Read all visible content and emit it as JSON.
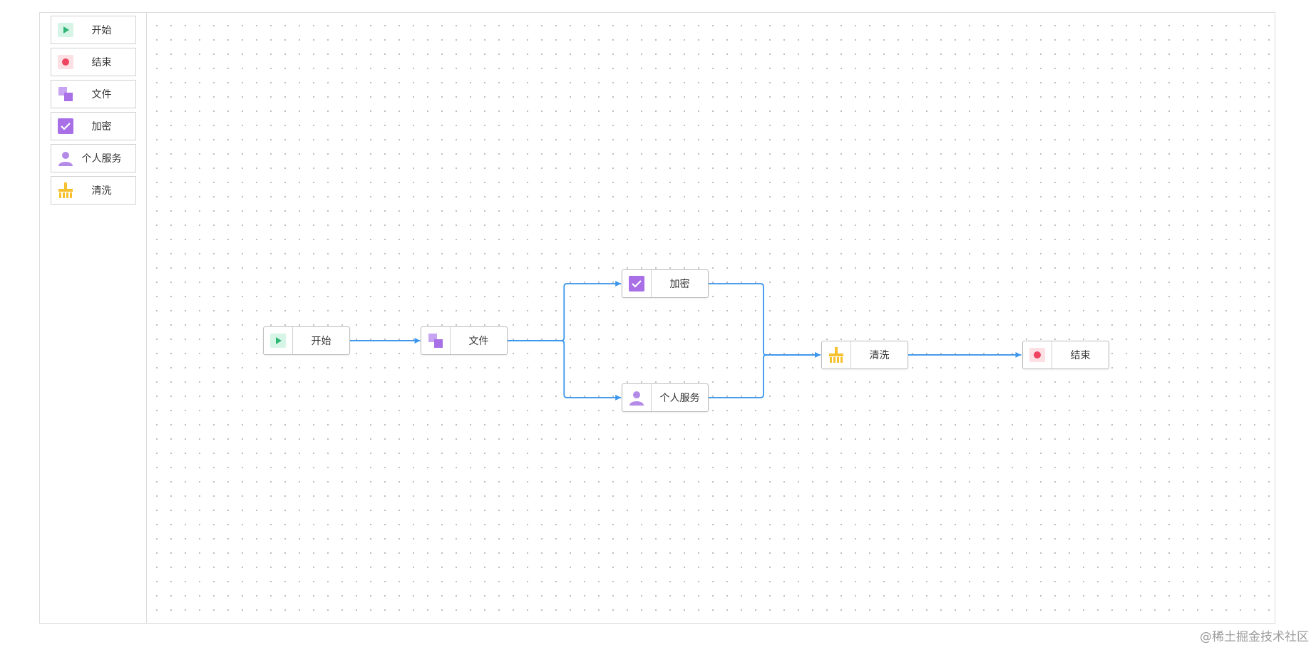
{
  "stencil": {
    "items": [
      {
        "id": "start",
        "label": "开始",
        "icon": "play-icon"
      },
      {
        "id": "end",
        "label": "结束",
        "icon": "stop-dot-icon"
      },
      {
        "id": "file",
        "label": "文件",
        "icon": "file-squares-icon"
      },
      {
        "id": "encrypt",
        "label": "加密",
        "icon": "checkbox-icon"
      },
      {
        "id": "personal",
        "label": "个人服务",
        "icon": "user-icon"
      },
      {
        "id": "clean",
        "label": "清洗",
        "icon": "broom-icon"
      }
    ]
  },
  "nodes": [
    {
      "id": "start",
      "label": "开始",
      "icon": "play-icon"
    },
    {
      "id": "file",
      "label": "文件",
      "icon": "file-squares-icon"
    },
    {
      "id": "encrypt",
      "label": "加密",
      "icon": "checkbox-icon"
    },
    {
      "id": "personal",
      "label": "个人服务",
      "icon": "user-icon"
    },
    {
      "id": "clean",
      "label": "清洗",
      "icon": "broom-icon"
    },
    {
      "id": "end",
      "label": "结束",
      "icon": "stop-dot-icon"
    }
  ],
  "edges": [
    {
      "from": "start",
      "to": "file"
    },
    {
      "from": "file",
      "to": "encrypt"
    },
    {
      "from": "file",
      "to": "personal"
    },
    {
      "from": "encrypt",
      "to": "clean"
    },
    {
      "from": "personal",
      "to": "clean"
    },
    {
      "from": "clean",
      "to": "end"
    }
  ],
  "colors": {
    "edge": "#3c96ec",
    "start_bg": "#d7f5e6",
    "start_fg": "#2fb574",
    "end_bg": "#fde0e4",
    "end_fg": "#ef4560",
    "purple": "#a86fe6",
    "purple_light": "#c7a5f2",
    "yellow": "#f6c02e"
  },
  "watermark": "@稀土掘金技术社区"
}
